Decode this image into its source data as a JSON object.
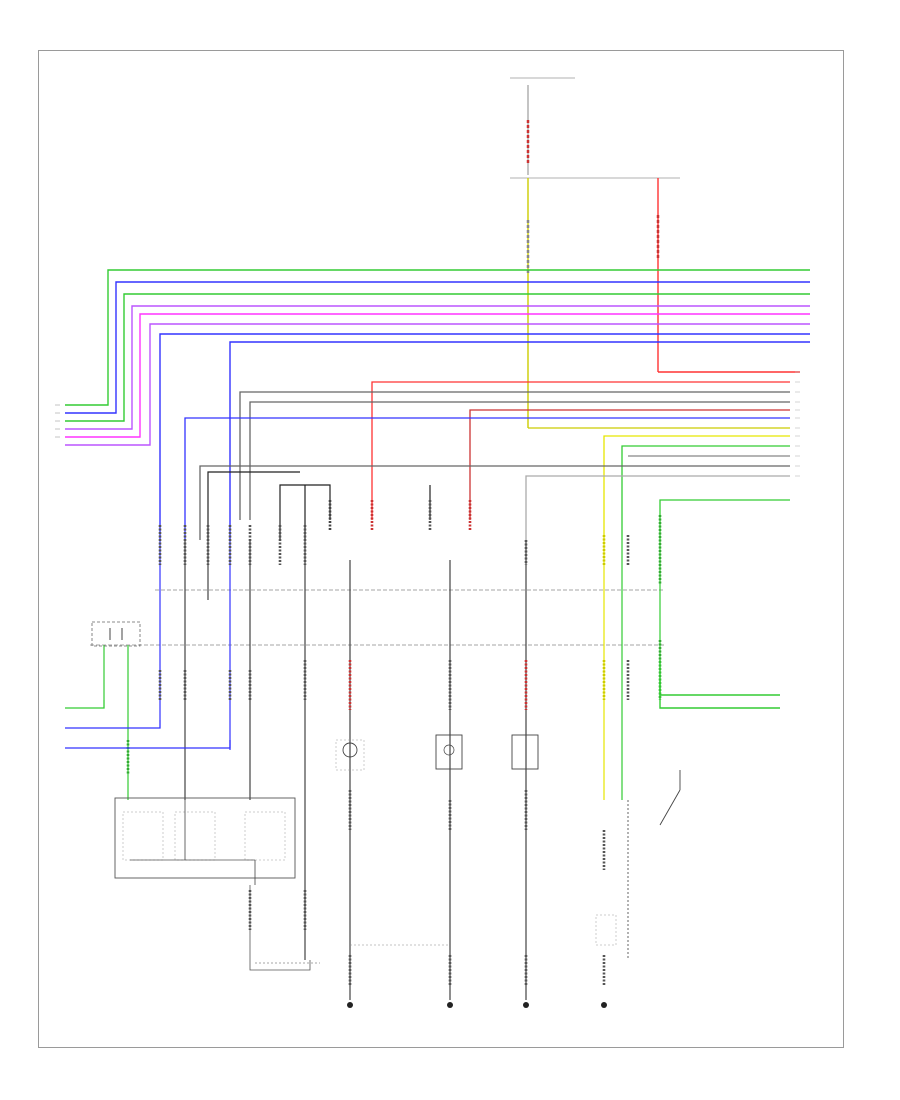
{
  "diagram": {
    "page_id": "",
    "left_connector_pins": [
      "",
      "",
      "",
      "",
      ""
    ],
    "lower_left_pins": [
      "",
      "",
      ""
    ],
    "blocks": [
      {
        "id": "combination-meter",
        "label": ""
      },
      {
        "id": "sensor-upper-left",
        "label": ""
      },
      {
        "id": "component-1",
        "label": ""
      },
      {
        "id": "component-2",
        "label": ""
      },
      {
        "id": "component-3",
        "label": ""
      },
      {
        "id": "combination-switch",
        "label": ""
      }
    ],
    "ground_points": [
      "",
      "",
      "",
      "",
      ""
    ],
    "wire_colors": {
      "green": "#33cc33",
      "blue": "#3333ff",
      "violet": "#bb55ff",
      "magenta": "#ff33ff",
      "red": "#ff3333",
      "yellow": "#e6e600",
      "gray": "#666666",
      "black": "#222222",
      "dark_red": "#cc3333"
    }
  }
}
